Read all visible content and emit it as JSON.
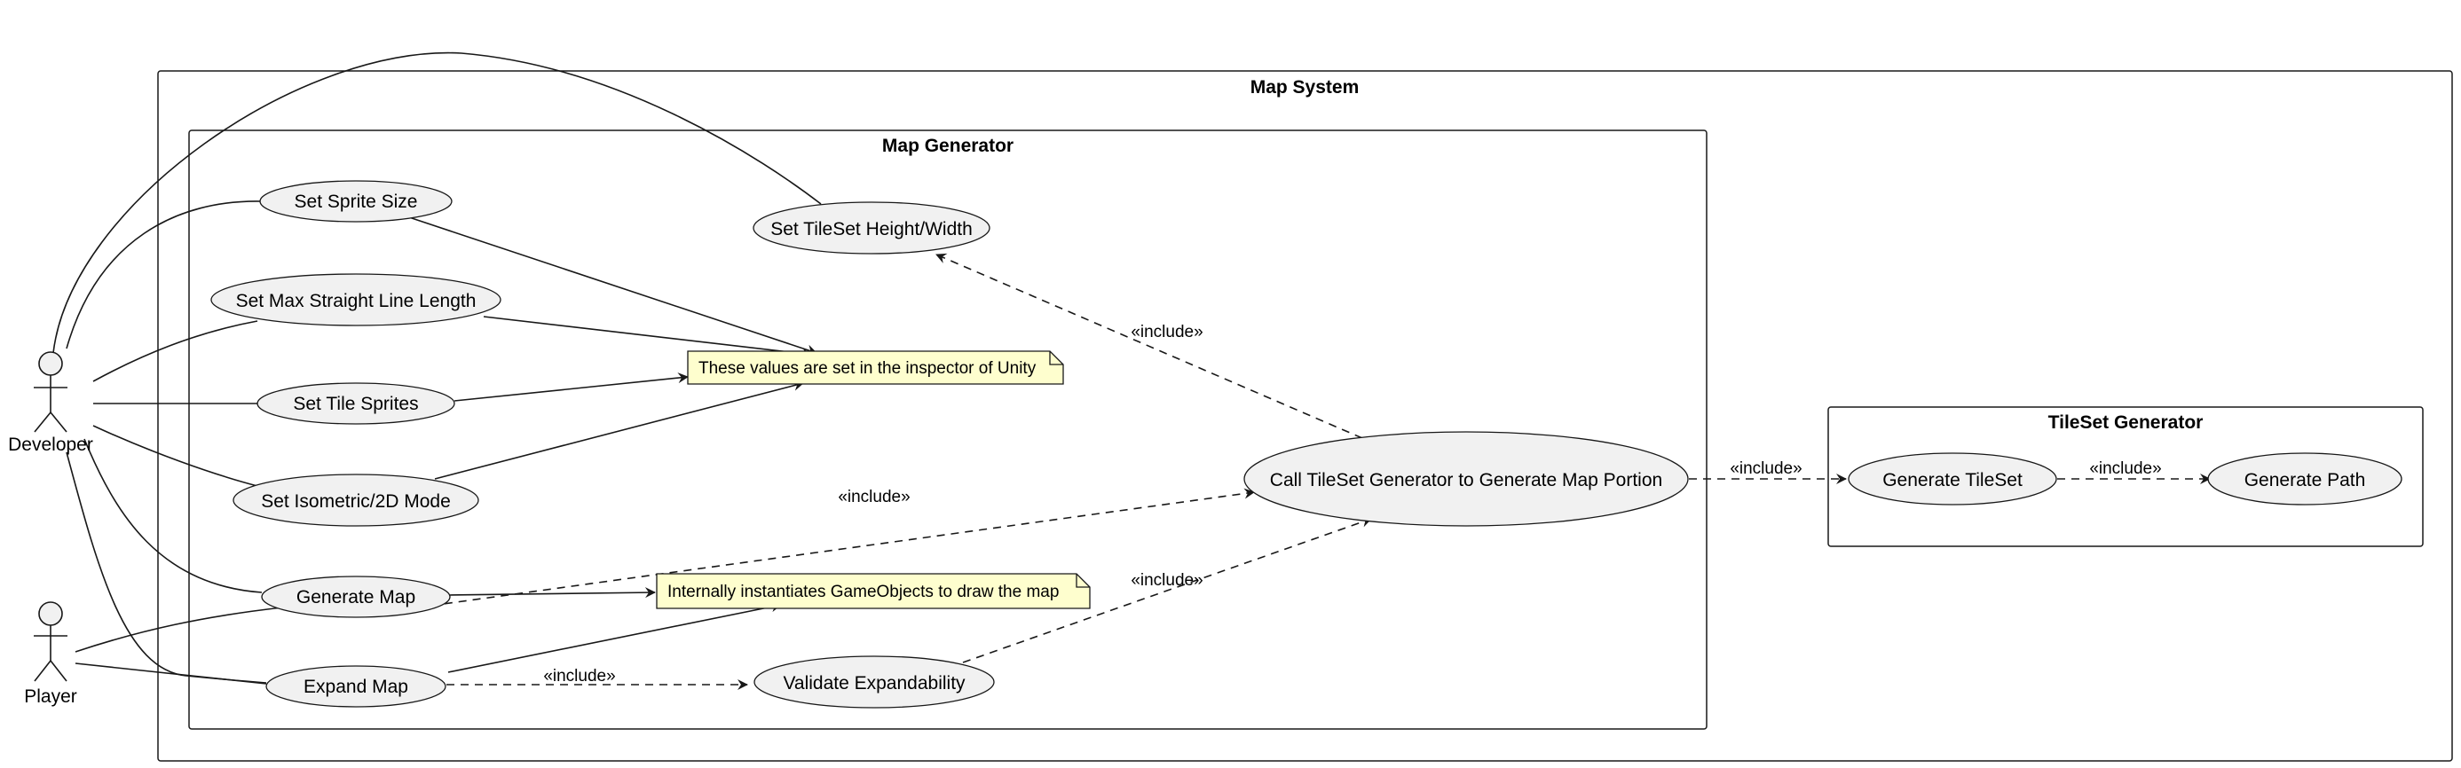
{
  "packages": {
    "map_system": "Map System",
    "map_generator": "Map Generator",
    "tileset_generator": "TileSet Generator"
  },
  "actors": {
    "developer": "Developer",
    "player": "Player"
  },
  "use_cases": {
    "set_sprite_size": "Set Sprite Size",
    "set_max_straight_line_length": "Set Max Straight Line Length",
    "set_tile_sprites": "Set Tile Sprites",
    "set_isometric_2d_mode": "Set Isometric/2D Mode",
    "generate_map": "Generate Map",
    "expand_map": "Expand Map",
    "set_tileset_height_width": "Set TileSet Height/Width",
    "call_tileset_generator": "Call TileSet Generator to Generate Map Portion",
    "validate_expandability": "Validate Expandability",
    "generate_tileset": "Generate TileSet",
    "generate_path": "Generate Path"
  },
  "notes": {
    "inspector": "These values are set in the inspector of Unity",
    "gameobjects": "Internally instantiates GameObjects to draw the map"
  },
  "relations": {
    "include_label": "«include»"
  },
  "colors": {
    "usecase_fill": "#f1f1f1",
    "note_fill": "#fefece",
    "line": "#181818"
  }
}
